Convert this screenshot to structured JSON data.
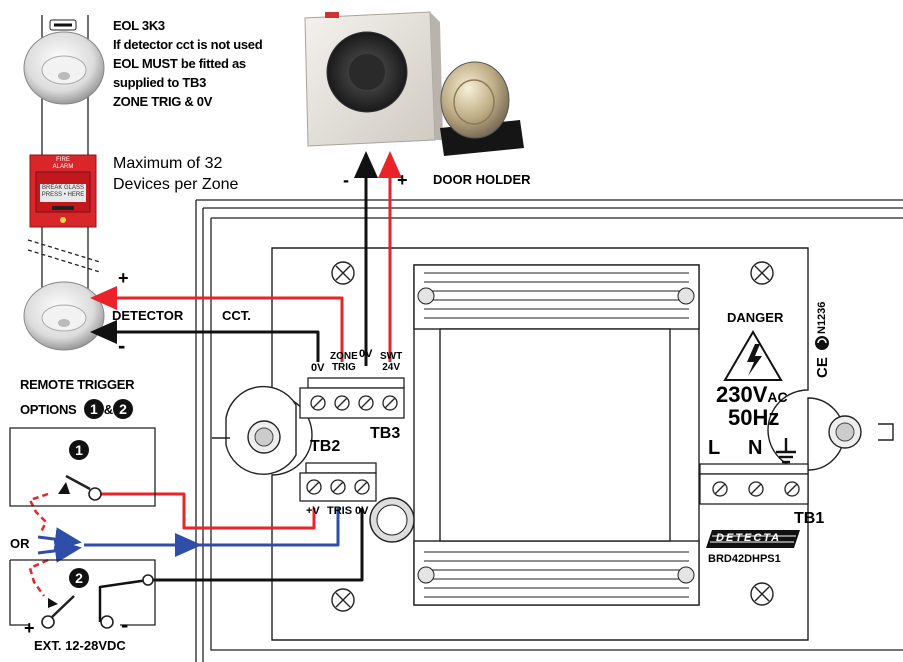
{
  "eol_note": {
    "line1": "EOL 3K3",
    "line2": "If detector cct is not used",
    "line3": "EOL MUST be fitted as",
    "line4": "supplied to TB3",
    "line5": "ZONE TRIG & 0V"
  },
  "max_devices": {
    "line1": "Maximum of 32",
    "line2": "Devices per Zone"
  },
  "call_point": {
    "line1": "FIRE",
    "line2": "ALARM",
    "line3": "BREAK GLASS",
    "line4": "PRESS",
    "line5": "HERE"
  },
  "door_holder": {
    "label": "DOOR HOLDER",
    "minus": "-",
    "plus": "+"
  },
  "detector_cct": {
    "plus": "+",
    "minus": "-",
    "label1": "DETECTOR",
    "label2": "CCT."
  },
  "remote_trigger": {
    "line1": "REMOTE TRIGGER",
    "line2": "OPTIONS",
    "amp": "&",
    "opt1": "1",
    "opt2": "2",
    "or": "OR",
    "ext_plus": "+",
    "ext_minus": "-",
    "ext": "EXT. 12-28VDC"
  },
  "tb3": {
    "name": "TB3",
    "t1": "0V",
    "t2a": "ZONE",
    "t2b": "TRIG",
    "t3": "0V",
    "t4a": "SWT",
    "t4b": "24V"
  },
  "tb2": {
    "name": "TB2",
    "t1": "+V",
    "t2": "TRIS",
    "t3": "0V"
  },
  "tb1": {
    "name": "TB1",
    "l": "L",
    "n": "N"
  },
  "danger": {
    "label": "DANGER",
    "voltage_main": "230V",
    "voltage_ac": "AC",
    "freq": "50Hz"
  },
  "certification": {
    "code": "N1236",
    "ce": "CE"
  },
  "brand": {
    "logo_text": "DETECTA",
    "model": "BRD42DHPS1"
  },
  "colors": {
    "red_wire": "#e8232a",
    "black_wire": "#111111",
    "blue_wire": "#2f4ea8",
    "board_line": "#222222"
  },
  "icons": [
    "smoke-detector-icon",
    "break-glass-call-point-icon",
    "door-holder-photo",
    "transformer-icon",
    "terminal-screw-icon",
    "mounting-screw-icon",
    "high-voltage-warning-icon",
    "earth-symbol-icon",
    "ce-mark-icon"
  ]
}
